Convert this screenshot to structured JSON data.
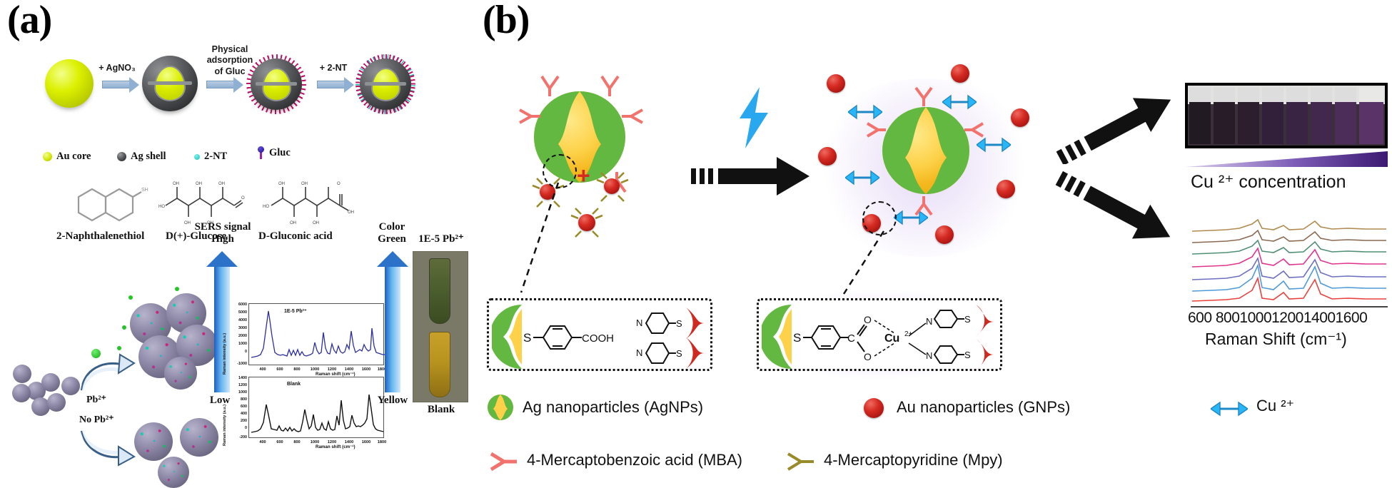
{
  "figure": {
    "panels": [
      {
        "id": "a",
        "letter": "(a)"
      },
      {
        "id": "b",
        "letter": "(b)"
      }
    ]
  },
  "panel_a": {
    "synthesis": {
      "steps": [
        {
          "label": "+ AgNO₃"
        },
        {
          "label": "Physical\nadsorption\nof Gluc"
        },
        {
          "label": "+ 2-NT"
        }
      ],
      "step1_label": "+ AgNO₃",
      "step2_label_line1": "Physical",
      "step2_label_line2": "adsorption",
      "step2_label_line3": "of Gluc",
      "step3_label": "+ 2-NT"
    },
    "legend": [
      {
        "name": "au-core",
        "label": "Au core",
        "color": "#d9ef00"
      },
      {
        "name": "ag-shell",
        "label": "Ag shell",
        "color": "#4a4c4f"
      },
      {
        "name": "2-nt",
        "label": "2-NT",
        "color": "#22c8c0"
      },
      {
        "name": "gluc",
        "label": "Gluc",
        "color": "#2a10a8"
      }
    ],
    "molecules": [
      {
        "name": "2-Naphthalenethiol",
        "label": "2-Naphthalenethiol",
        "tag": "SH"
      },
      {
        "name": "D(+)-Glucose",
        "label": "D(+)-Glucose",
        "tag": "OH"
      },
      {
        "name": "D-Gluconic acid",
        "label": "D-Gluconic acid",
        "tag": "OH"
      }
    ],
    "aggregation": {
      "with_pb_label": "Pb²⁺",
      "without_pb_label": "No Pb²⁺"
    },
    "sers_arrow": {
      "title": "SERS signal",
      "top_label": "High",
      "bottom_label": "Low"
    },
    "color_arrow": {
      "top_line1": "Color",
      "top_line2": "Green",
      "bottom_label": "Yellow"
    },
    "tubes": {
      "top_caption": "1E-5 Pb²⁺",
      "bottom_caption": "Blank"
    },
    "spectra": [
      {
        "name": "spectrum-pb",
        "annotation": "1E-5 Pb²⁺",
        "ylabel": "Raman intensity (a.u.)",
        "xlabel": "Raman shift (cm⁻¹)",
        "yticks": [
          "6000",
          "5000",
          "4000",
          "3000",
          "2000",
          "1000",
          "0",
          "-1000"
        ],
        "xticks": [
          "400",
          "600",
          "800",
          "1000",
          "1200",
          "1400",
          "1600",
          "1800"
        ],
        "color": "#2c2f9e"
      },
      {
        "name": "spectrum-blank",
        "annotation": "Blank",
        "ylabel": "Raman intensity (a.u.)",
        "xlabel": "Raman shift (cm⁻¹)",
        "yticks": [
          "1400",
          "1200",
          "1000",
          "800",
          "600",
          "400",
          "200",
          "0",
          "-200"
        ],
        "xticks": [
          "400",
          "600",
          "800",
          "1000",
          "1200",
          "1400",
          "1600",
          "1800"
        ],
        "color": "#111111"
      }
    ]
  },
  "panel_b": {
    "inset_left": {
      "s_label": "S",
      "cooh_label": "COOH",
      "n_label_top": "N",
      "s_label_top": "S",
      "n_label_bottom": "N",
      "s_label_bottom": "S"
    },
    "inset_right": {
      "s_label": "S",
      "c_label": "C",
      "o_label_top": "O",
      "o_label_bottom": "O",
      "cu_label": "Cu²⁺",
      "n_label_top": "N",
      "s_label_top": "S",
      "n_label_bottom": "N",
      "s_label_bottom": "S"
    },
    "plus_sign": "+",
    "vials": {
      "gradient_label": "Cu ²⁺ concentration"
    },
    "raman": {
      "xlabel": "Raman Shift (cm⁻¹)",
      "xticks": "600 800100012001400 1600",
      "xticks_display": "600 8001000120014001600"
    },
    "legend": [
      {
        "name": "agnp",
        "label": "Ag  nanoparticles (AgNPs)"
      },
      {
        "name": "gnp",
        "label": "Au  nanoparticles (GNPs)"
      },
      {
        "name": "cu",
        "label": "Cu ²⁺"
      },
      {
        "name": "mba",
        "label": "4-Mercaptobenzoic acid (MBA)"
      },
      {
        "name": "mpy",
        "label": "4-Mercaptopyridine (Mpy)"
      }
    ]
  },
  "chart_data": [
    {
      "type": "line",
      "name": "spectrum-1E-5-Pb",
      "title": "1E-5 Pb2+",
      "xlabel": "Raman shift (cm-1)",
      "ylabel": "Raman intensity (a.u.)",
      "xlim": [
        300,
        1800
      ],
      "ylim": [
        -1000,
        6500
      ],
      "xticks": [
        400,
        600,
        800,
        1000,
        1200,
        1400,
        1600,
        1800
      ],
      "yticks": [
        -1000,
        0,
        1000,
        2000,
        3000,
        4000,
        5000,
        6000
      ],
      "series": [
        {
          "name": "1E-5 Pb2+",
          "color": "#2c2f9e",
          "x": [
            330,
            360,
            380,
            400,
            420,
            440,
            460,
            470,
            480,
            500,
            520,
            540,
            560,
            580,
            600,
            620,
            640,
            660,
            680,
            700,
            720,
            740,
            760,
            780,
            800,
            820,
            840,
            860,
            880,
            900,
            920,
            940,
            960,
            980,
            1000,
            1020,
            1040,
            1060,
            1080,
            1100,
            1120,
            1140,
            1160,
            1180,
            1200,
            1220,
            1240,
            1260,
            1280,
            1300,
            1320,
            1340,
            1360,
            1380,
            1400,
            1420,
            1440,
            1460,
            1480,
            1500,
            1520,
            1540,
            1560,
            1580,
            1600,
            1620,
            1640,
            1660,
            1700,
            1750,
            1800
          ],
          "y": [
            200,
            250,
            300,
            350,
            600,
            2200,
            5200,
            4200,
            2600,
            900,
            600,
            500,
            550,
            500,
            450,
            900,
            500,
            850,
            480,
            900,
            520,
            700,
            480,
            450,
            500,
            520,
            600,
            1500,
            900,
            600,
            700,
            3000,
            1200,
            700,
            650,
            1500,
            900,
            700,
            1200,
            800,
            700,
            800,
            1400,
            1000,
            3000,
            1400,
            800,
            900,
            1000,
            900,
            1500,
            1100,
            900,
            1000,
            3400,
            1300,
            900,
            850,
            800,
            820,
            800,
            900,
            1000,
            2200,
            4200,
            2500,
            900,
            700,
            650,
            620,
            600
          ]
        }
      ]
    },
    {
      "type": "line",
      "name": "spectrum-blank",
      "title": "Blank",
      "xlabel": "Raman shift (cm-1)",
      "ylabel": "Raman intensity (a.u.)",
      "xlim": [
        300,
        1800
      ],
      "ylim": [
        -200,
        1450
      ],
      "xticks": [
        400,
        600,
        800,
        1000,
        1200,
        1400,
        1600,
        1800
      ],
      "yticks": [
        -200,
        0,
        200,
        400,
        600,
        800,
        1000,
        1200,
        1400
      ],
      "series": [
        {
          "name": "Blank",
          "color": "#111111",
          "x": [
            330,
            360,
            380,
            400,
            420,
            440,
            460,
            480,
            500,
            520,
            540,
            560,
            580,
            600,
            620,
            640,
            660,
            680,
            700,
            720,
            740,
            760,
            780,
            800,
            820,
            840,
            860,
            880,
            900,
            920,
            940,
            960,
            980,
            1000,
            1020,
            1040,
            1060,
            1080,
            1100,
            1120,
            1140,
            1160,
            1180,
            1200,
            1220,
            1240,
            1260,
            1280,
            1300,
            1320,
            1340,
            1360,
            1380,
            1400,
            1420,
            1440,
            1460,
            1480,
            1500,
            1520,
            1540,
            1560,
            1580,
            1600,
            1620,
            1640,
            1660,
            1700,
            1750,
            1800
          ],
          "y": [
            60,
            80,
            100,
            150,
            300,
            600,
            400,
            200,
            180,
            170,
            250,
            180,
            160,
            220,
            170,
            260,
            180,
            230,
            170,
            250,
            170,
            160,
            180,
            170,
            300,
            500,
            330,
            200,
            250,
            450,
            230,
            180,
            170,
            190,
            300,
            200,
            180,
            320,
            200,
            180,
            200,
            400,
            250,
            700,
            350,
            200,
            220,
            250,
            230,
            420,
            300,
            250,
            270,
            1000,
            420,
            260,
            240,
            230,
            240,
            230,
            260,
            300,
            650,
            1050,
            520,
            260,
            200,
            180,
            170,
            160
          ]
        }
      ]
    },
    {
      "type": "line",
      "name": "panel-b-raman-stack",
      "title": "",
      "xlabel": "Raman Shift (cm-1)",
      "ylabel": "",
      "xlim": [
        550,
        1700
      ],
      "xticks": [
        600,
        800,
        1000,
        1200,
        1400,
        1600
      ],
      "series": [
        {
          "name": "trace-1",
          "color": "#b08a4e"
        },
        {
          "name": "trace-2",
          "color": "#8a6a52"
        },
        {
          "name": "trace-3",
          "color": "#4f8f74"
        },
        {
          "name": "trace-4",
          "color": "#e0348f"
        },
        {
          "name": "trace-5",
          "color": "#6d6fc0"
        },
        {
          "name": "trace-6",
          "color": "#4f9ad8"
        },
        {
          "name": "trace-7",
          "color": "#e8413c"
        }
      ]
    }
  ]
}
